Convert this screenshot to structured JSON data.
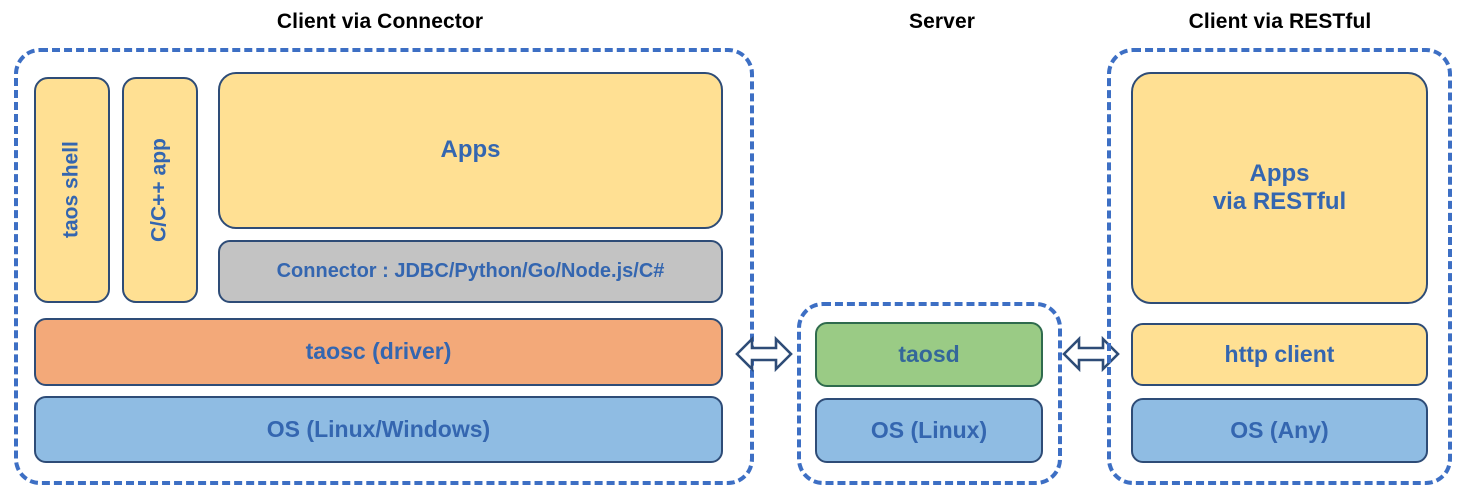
{
  "diagram": {
    "title_color": "#000000",
    "accent_border": "#3D6FC4",
    "text_color": "#3466B0",
    "palette": {
      "yellow": "#FFE093",
      "orange": "#F3A979",
      "blue": "#8FBCE3",
      "gray": "#C3C3C3",
      "green": "#9ACB85",
      "box_border": "#2E4C77",
      "green_border": "#2F6B4D"
    }
  },
  "sections": {
    "connector": {
      "title": "Client via Connector",
      "boxes": {
        "taos_shell": "taos shell",
        "c_cpp_app": "C/C++ app",
        "apps": "Apps",
        "connector": "Connector : JDBC/Python/Go/Node.js/C#",
        "taosc": "taosc (driver)",
        "os": "OS (Linux/Windows)"
      }
    },
    "server": {
      "title": "Server",
      "boxes": {
        "taosd": "taosd",
        "os": "OS (Linux)"
      }
    },
    "restful": {
      "title": "Client via RESTful",
      "boxes": {
        "apps_line1": "Apps",
        "apps_line2": "via RESTful",
        "http_client": "http client",
        "os": "OS (Any)"
      }
    }
  },
  "connectors": {
    "left_arrow": "double-headed-arrow",
    "right_arrow": "double-headed-arrow"
  }
}
